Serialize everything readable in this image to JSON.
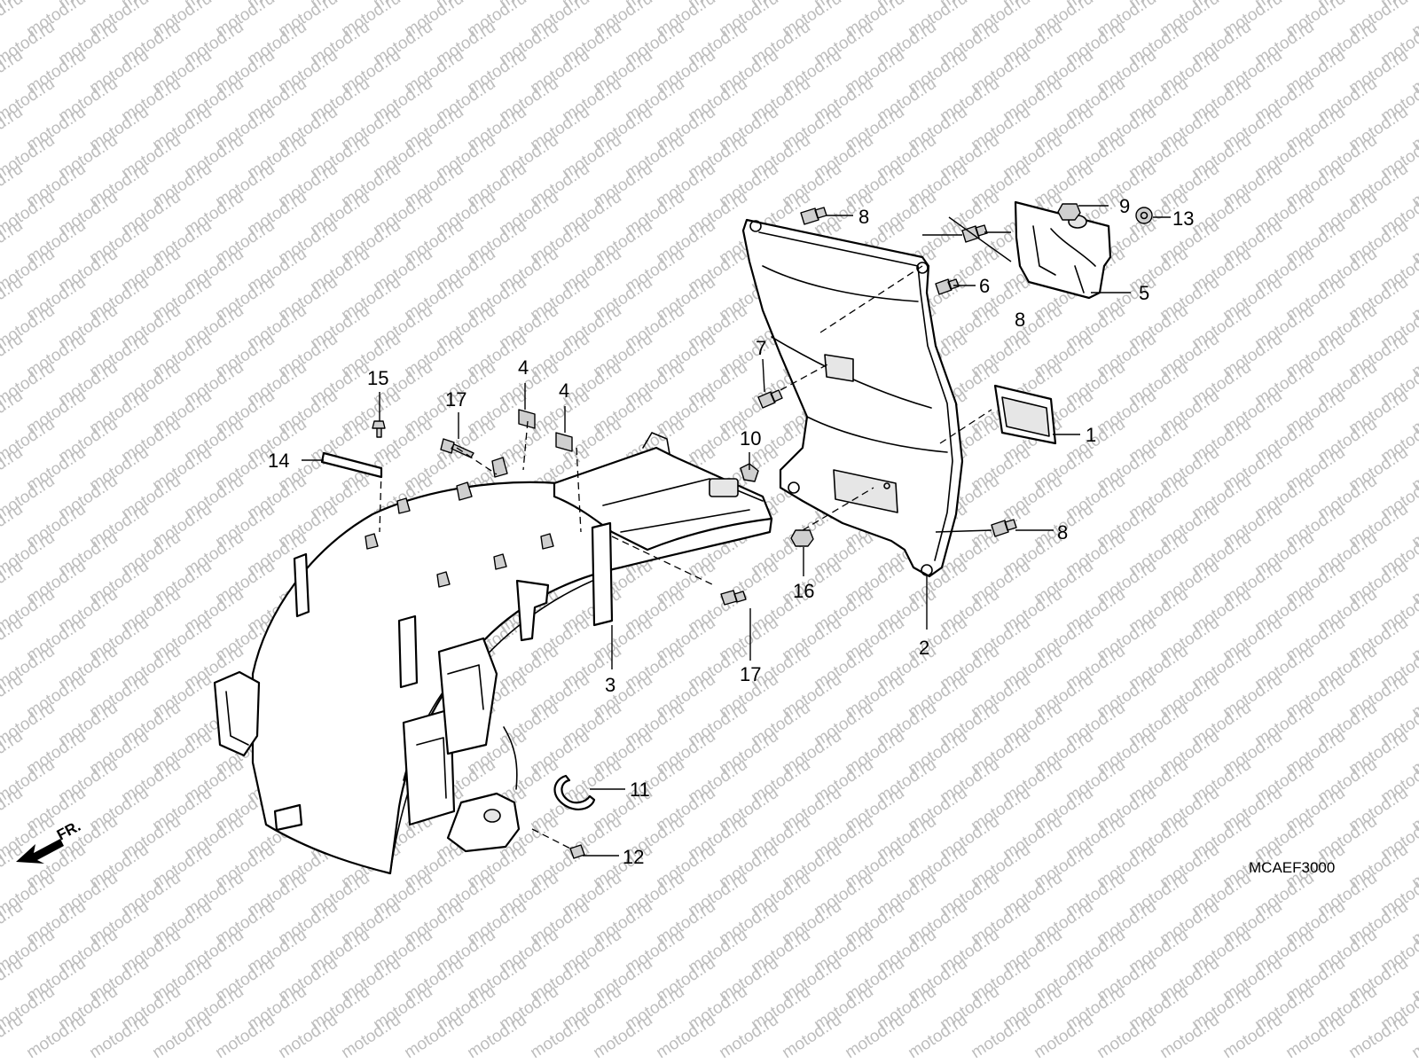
{
  "watermark": "motod.ru",
  "diagram_code": "MCAEF3000",
  "front_indicator": "FR.",
  "callouts": {
    "c1": "1",
    "c2": "2",
    "c3": "3",
    "c4a": "4",
    "c4b": "4",
    "c5": "5",
    "c6": "6",
    "c7": "7",
    "c8a": "8",
    "c8b": "8",
    "c8c": "8",
    "c9": "9",
    "c10": "10",
    "c11": "11",
    "c12": "12",
    "c13": "13",
    "c14": "14",
    "c15": "15",
    "c16": "16",
    "c17a": "17",
    "c17b": "17"
  }
}
